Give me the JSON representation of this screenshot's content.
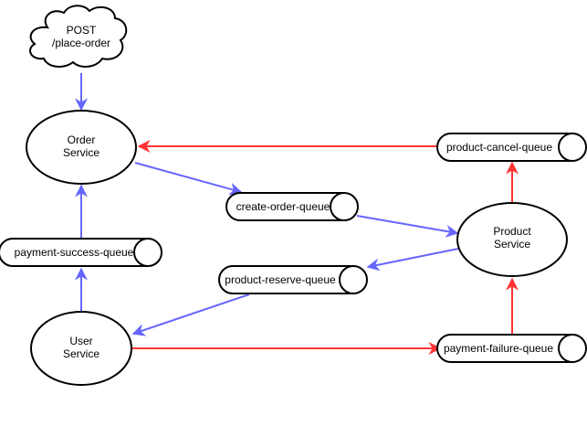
{
  "colors": {
    "success_arrow": "#6666ff",
    "failure_arrow": "#ff3333",
    "stroke": "#000000",
    "fill": "#ffffff"
  },
  "diagram": {
    "trigger": {
      "line1": "POST",
      "line2": "/place-order",
      "shape": "cloud"
    },
    "services": {
      "order": {
        "line1": "Order",
        "line2": "Service"
      },
      "product": {
        "line1": "Product",
        "line2": "Service"
      },
      "user": {
        "line1": "User",
        "line2": "Service"
      }
    },
    "queues": {
      "product_cancel": "product-cancel-queue",
      "create_order": "create-order-queue",
      "payment_success": "payment-success-queue",
      "product_reserve": "product-reserve-queue",
      "payment_failure": "payment-failure-queue"
    }
  }
}
